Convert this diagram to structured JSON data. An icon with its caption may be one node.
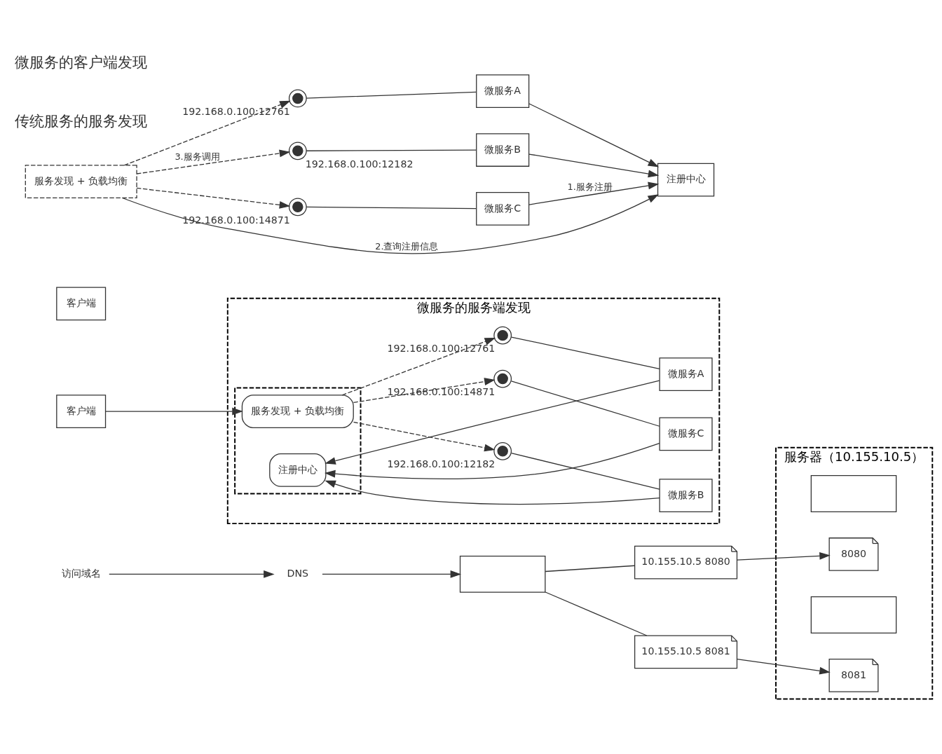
{
  "diagram": {
    "nodes": [
      {
        "text": [
          "访问域名"
        ]
      },
      {
        "text": [
          "DNS"
        ]
      },
      {
        "text": [],
        "shape": "box"
      },
      {
        "text": [
          "10.155.10.5 8080"
        ]
      },
      {
        "text": [
          "10.155.10.5 8081"
        ]
      },
      {
        "text": [
          "服务器（10.155.10.5）"
        ]
      },
      {
        "text": [],
        "shape": "box",
        "in": 5
      },
      {
        "text": [
          "8080"
        ],
        "in": 5
      },
      {
        "text": [],
        "shape": "box",
        "in": 5
      },
      {
        "text": [
          "8081"
        ],
        "in": 5
      },
      {
        "text": [
          "微服务的服务端发现"
        ]
      },
      {
        "text": [
          "客户端"
        ]
      },
      {
        "text": [],
        "shape": "box",
        "in": 10
      },
      {
        "text": [
          "服务发现 + 负载均衡"
        ],
        "in": 12
      },
      {
        "text": [
          "注册中心"
        ],
        "in": 12
      },
      {
        "text": [],
        "shape": "circle",
        "in": 10,
        "beside": [
          "192.168.0.100:12761"
        ]
      },
      {
        "text": [],
        "shape": "circle",
        "in": 10,
        "beside": [
          "192.168.0.100:12182"
        ]
      },
      {
        "text": [],
        "shape": "circle",
        "in": 10,
        "beside": [
          "192.168.0.100:14871"
        ]
      },
      {
        "text": [
          "微服务A"
        ],
        "in": 10
      },
      {
        "text": [
          "微服务B"
        ],
        "in": 10
      },
      {
        "text": [
          "微服务C"
        ],
        "in": 10
      },
      {
        "text": [
          "客户端"
        ]
      },
      {
        "text": [
          "服务发现 + 负载均衡"
        ]
      },
      {
        "text": [],
        "shape": "circle",
        "beside": [
          "192.168.0.100:12761"
        ]
      },
      {
        "text": [],
        "shape": "circle",
        "beside": [
          "192.168.0.100:12182"
        ]
      },
      {
        "text": [],
        "shape": "circle",
        "beside": [
          "192.168.0.100:14871"
        ]
      },
      {
        "text": [
          "微服务A"
        ]
      },
      {
        "text": [
          "微服务B"
        ]
      },
      {
        "text": [
          "微服务C"
        ]
      },
      {
        "text": [
          "注册中心"
        ]
      }
    ],
    "edges": [
      {
        "from": 0,
        "to": 1,
        "arrow": "to"
      },
      {
        "from": 1,
        "to": 2,
        "arrow": "to"
      },
      {
        "from": 2,
        "to": 3,
        "arrow": "none"
      },
      {
        "from": 2,
        "to": 4,
        "arrow": "none"
      },
      {
        "from": 3,
        "to": 7,
        "arrow": "to"
      },
      {
        "from": 4,
        "to": 9,
        "arrow": "to"
      },
      {
        "from": 11,
        "to": 13,
        "arrow": "to"
      },
      {
        "from": 13,
        "to": 15,
        "arrow": "to",
        "style": "dashed"
      },
      {
        "from": 13,
        "to": 16,
        "arrow": "to",
        "style": "dashed"
      },
      {
        "from": 13,
        "to": 17,
        "arrow": "to",
        "style": "dashed"
      },
      {
        "from": 15,
        "to": 18,
        "arrow": "none"
      },
      {
        "from": 16,
        "to": 19,
        "arrow": "none"
      },
      {
        "from": 17,
        "to": 20,
        "arrow": "none"
      },
      {
        "from": 18,
        "to": 14,
        "arrow": "to"
      },
      {
        "from": 19,
        "to": 14,
        "arrow": "to"
      },
      {
        "from": 20,
        "to": 14,
        "arrow": "to"
      },
      {
        "from": 22,
        "to": 23,
        "arrow": "to",
        "style": "dashed"
      },
      {
        "from": 22,
        "to": 24,
        "arrow": "to",
        "style": "dashed",
        "label": "3.服务调用"
      },
      {
        "from": 22,
        "to": 25,
        "arrow": "to",
        "style": "dashed"
      },
      {
        "from": 23,
        "to": 26,
        "arrow": "none"
      },
      {
        "from": 24,
        "to": 27,
        "arrow": "none"
      },
      {
        "from": 25,
        "to": 28,
        "arrow": "none"
      },
      {
        "from": 26,
        "to": 29,
        "arrow": "to"
      },
      {
        "from": 27,
        "to": 29,
        "arrow": "to"
      },
      {
        "from": 28,
        "to": 29,
        "arrow": "to",
        "label": "1.服务注册"
      },
      {
        "from": 22,
        "to": 29,
        "arrow": "to",
        "label": "2.查询注册信息"
      }
    ],
    "labels": [
      "传统服务的服务发现",
      "微服务的客户端发现"
    ]
  }
}
